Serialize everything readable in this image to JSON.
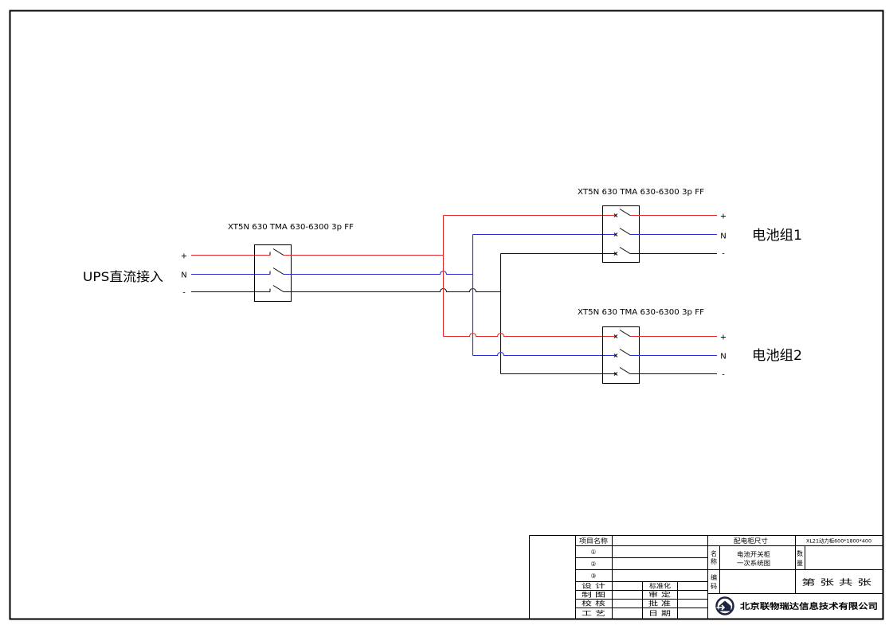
{
  "diagram": {
    "input_label": "UPS直流接入",
    "polarity_labels": [
      "+",
      "N",
      "-"
    ],
    "breakers": [
      {
        "label": "XT5N 630 TMA 630-6300 3p FF"
      },
      {
        "label": "XT5N 630 TMA 630-6300 3p FF"
      },
      {
        "label": "XT5N 630 TMA 630-6300 3p FF"
      }
    ],
    "outputs": [
      {
        "label": "电池组1"
      },
      {
        "label": "电池组2"
      }
    ],
    "wire_colors": {
      "positive": "#e32b2b",
      "neutral": "#2d2dd6",
      "negative": "#111111"
    }
  },
  "title_block": {
    "project_name_label": "项目名称",
    "revision_marks": [
      "①",
      "②",
      "③"
    ],
    "sign_rows": [
      {
        "left": "设 计",
        "right": "标准化"
      },
      {
        "left": "制 图",
        "right": "审 定"
      },
      {
        "left": "校 核",
        "right": "批 准"
      },
      {
        "left": "工 艺",
        "right": "日 期"
      }
    ],
    "cabinet_size_label": "配电柜尺寸",
    "cabinet_size_value": "XL21动力柜600*1800*400",
    "name_label": [
      "名",
      "称"
    ],
    "drawing_name": [
      "电池开关柜",
      "一次系统图"
    ],
    "quantity_label": [
      "数",
      "量"
    ],
    "code_label": [
      "编",
      "码"
    ],
    "sheet_text": "第 张 共 张",
    "company_name": "北京联物瑞达信息技术有限公司"
  }
}
